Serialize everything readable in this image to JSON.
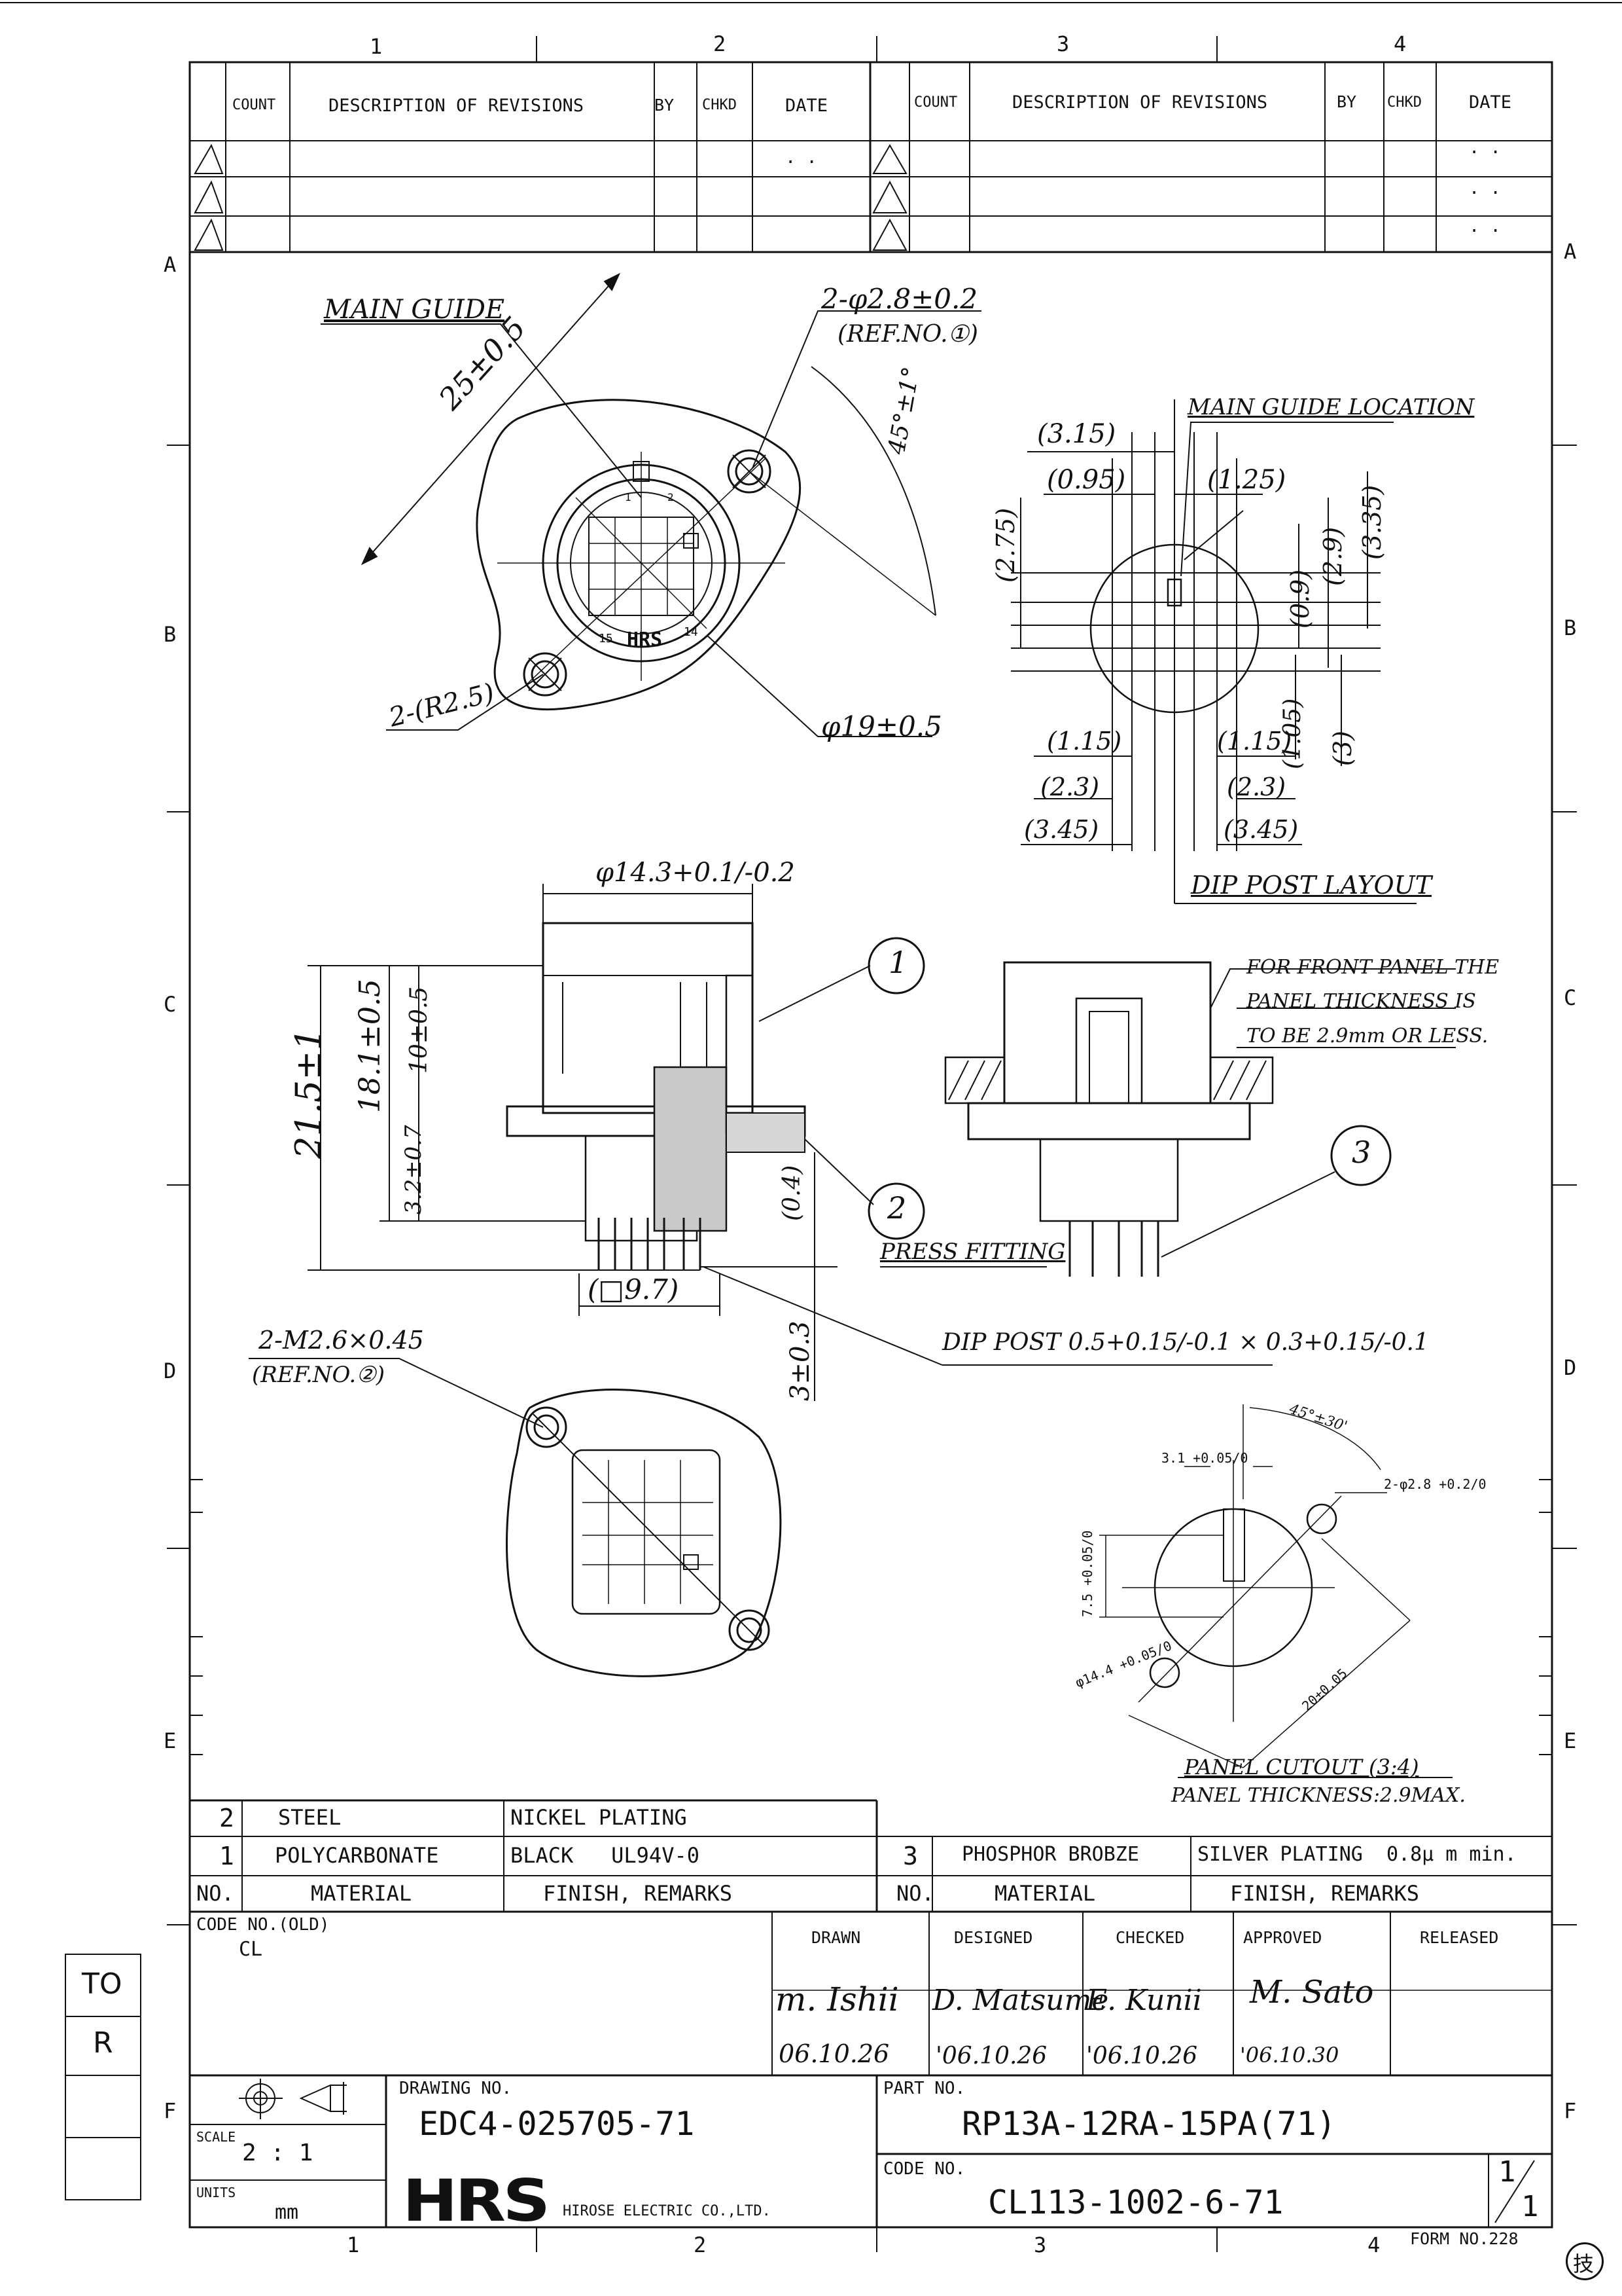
{
  "frame": {
    "col_labels": [
      "1",
      "2",
      "3",
      "4"
    ],
    "row_labels": [
      "A",
      "B",
      "C",
      "D",
      "E",
      "F"
    ]
  },
  "revisions": {
    "headers": [
      "COUNT",
      "DESCRIPTION OF REVISIONS",
      "BY",
      "CHKD",
      "DATE"
    ],
    "left_dates": [
      ". .",
      "",
      ""
    ],
    "right_dates": [
      ". .",
      ". .",
      ". ."
    ]
  },
  "drawing": {
    "main_guide": "MAIN GUIDE",
    "hole_dim": "2-φ2.8±0.2",
    "hole_ref": "(REF.NO.①)",
    "dim_25": "25±0.5",
    "angle_45": "45°±1°",
    "radius": "2-(R2.5)",
    "dia_19": "φ19±0.5",
    "pin_1": "1",
    "pin_2": "2",
    "pin_14": "14",
    "pin_15": "15",
    "logo_small": "HRS",
    "guide_location": "MAIN GUIDE LOCATION",
    "dim_315": "(3.15)",
    "dim_095": "(0.95)",
    "dim_125": "(1.25)",
    "dim_275": "(2.75)",
    "dim_09": "(0.9)",
    "dim_29": "(2.9)",
    "dim_335": "(3.35)",
    "dim_115a": "(1.15)",
    "dim_115b": "(1.15)",
    "dim_105": "(1.05)",
    "dim_3": "(3)",
    "dim_23a": "(2.3)",
    "dim_23b": "(2.3)",
    "dim_345a": "(3.45)",
    "dim_345b": "(3.45)",
    "dip_layout": "DIP POST LAYOUT",
    "dia_143": "φ14.3+0.1/-0.2",
    "dim_215": "21.5±1",
    "dim_181": "18.1±0.5",
    "dim_10": "10±0.5",
    "dim_32": "3.2±0.7",
    "dim_04": "(0.4)",
    "dim_97": "(□9.7)",
    "dim_3_03": "3±0.3",
    "balloon_1": "1",
    "balloon_2": "2",
    "balloon_3": "3",
    "press_fitting": "PRESS FITTING",
    "dip_post": "DIP POST 0.5+0.15/-0.1 × 0.3+0.15/-0.1",
    "front_note_1": "FOR FRONT PANEL THE",
    "front_note_2": "PANEL THICKNESS IS",
    "front_note_3": "TO BE 2.9mm OR LESS.",
    "screw_dim": "2-M2.6×0.45",
    "screw_ref": "(REF.NO.②)",
    "cut_angle": "45°±30'",
    "cut_31": "3.1 +0.05/0",
    "cut_hole": "2-φ2.8 +0.2/0",
    "cut_75": "7.5 +0.05/0",
    "cut_dia": "φ14.4 +0.05/0",
    "cut_20": "20±0.05",
    "cutout_title": "PANEL CUTOUT (3:4)",
    "cutout_note": "PANEL THICKNESS:2.9MAX."
  },
  "materials": {
    "left_rows": [
      {
        "no": "2",
        "material": "STEEL",
        "finish": "NICKEL PLATING"
      },
      {
        "no": "1",
        "material": "POLYCARBONATE",
        "finish": "BLACK   UL94V-0"
      }
    ],
    "right_row": {
      "no": "3",
      "material": "PHOSPHOR BROBZE",
      "finish": "SILVER PLATING  0.8μ m min."
    },
    "header_no": "NO.",
    "header_material": "MATERIAL",
    "header_finish": "FINISH, REMARKS"
  },
  "title_block": {
    "code_no_old_label": "CODE NO.(OLD)",
    "code_no_old_value": "CL",
    "approvals": [
      {
        "label": "DRAWN",
        "name": "m. Ishii",
        "date": "06.10.26"
      },
      {
        "label": "DESIGNED",
        "name": "D. Matsume",
        "date": "'06.10.26"
      },
      {
        "label": "CHECKED",
        "name": "E. Kunii",
        "date": "'06.10.26"
      },
      {
        "label": "APPROVED",
        "name": "M. Sato",
        "date": "'06.10.30"
      },
      {
        "label": "RELEASED",
        "name": "",
        "date": ""
      }
    ],
    "drawing_no_label": "DRAWING NO.",
    "drawing_no": "EDC4-025705-71",
    "part_no_label": "PART NO.",
    "part_no": "RP13A-12RA-15PA(71)",
    "code_no_label": "CODE NO.",
    "code_no": "CL113-1002-6-71",
    "scale_label": "SCALE",
    "scale_value": "2 : 1",
    "units_label": "UNITS",
    "units_value": "mm",
    "company_logo": "HRS",
    "company_name": "HIROSE ELECTRIC CO.,LTD.",
    "sheet_num": "1",
    "sheet_total": "1",
    "form_no": "FORM NO.228",
    "stamp": "技"
  },
  "side_box": {
    "line1": "TO",
    "line2": "R"
  }
}
